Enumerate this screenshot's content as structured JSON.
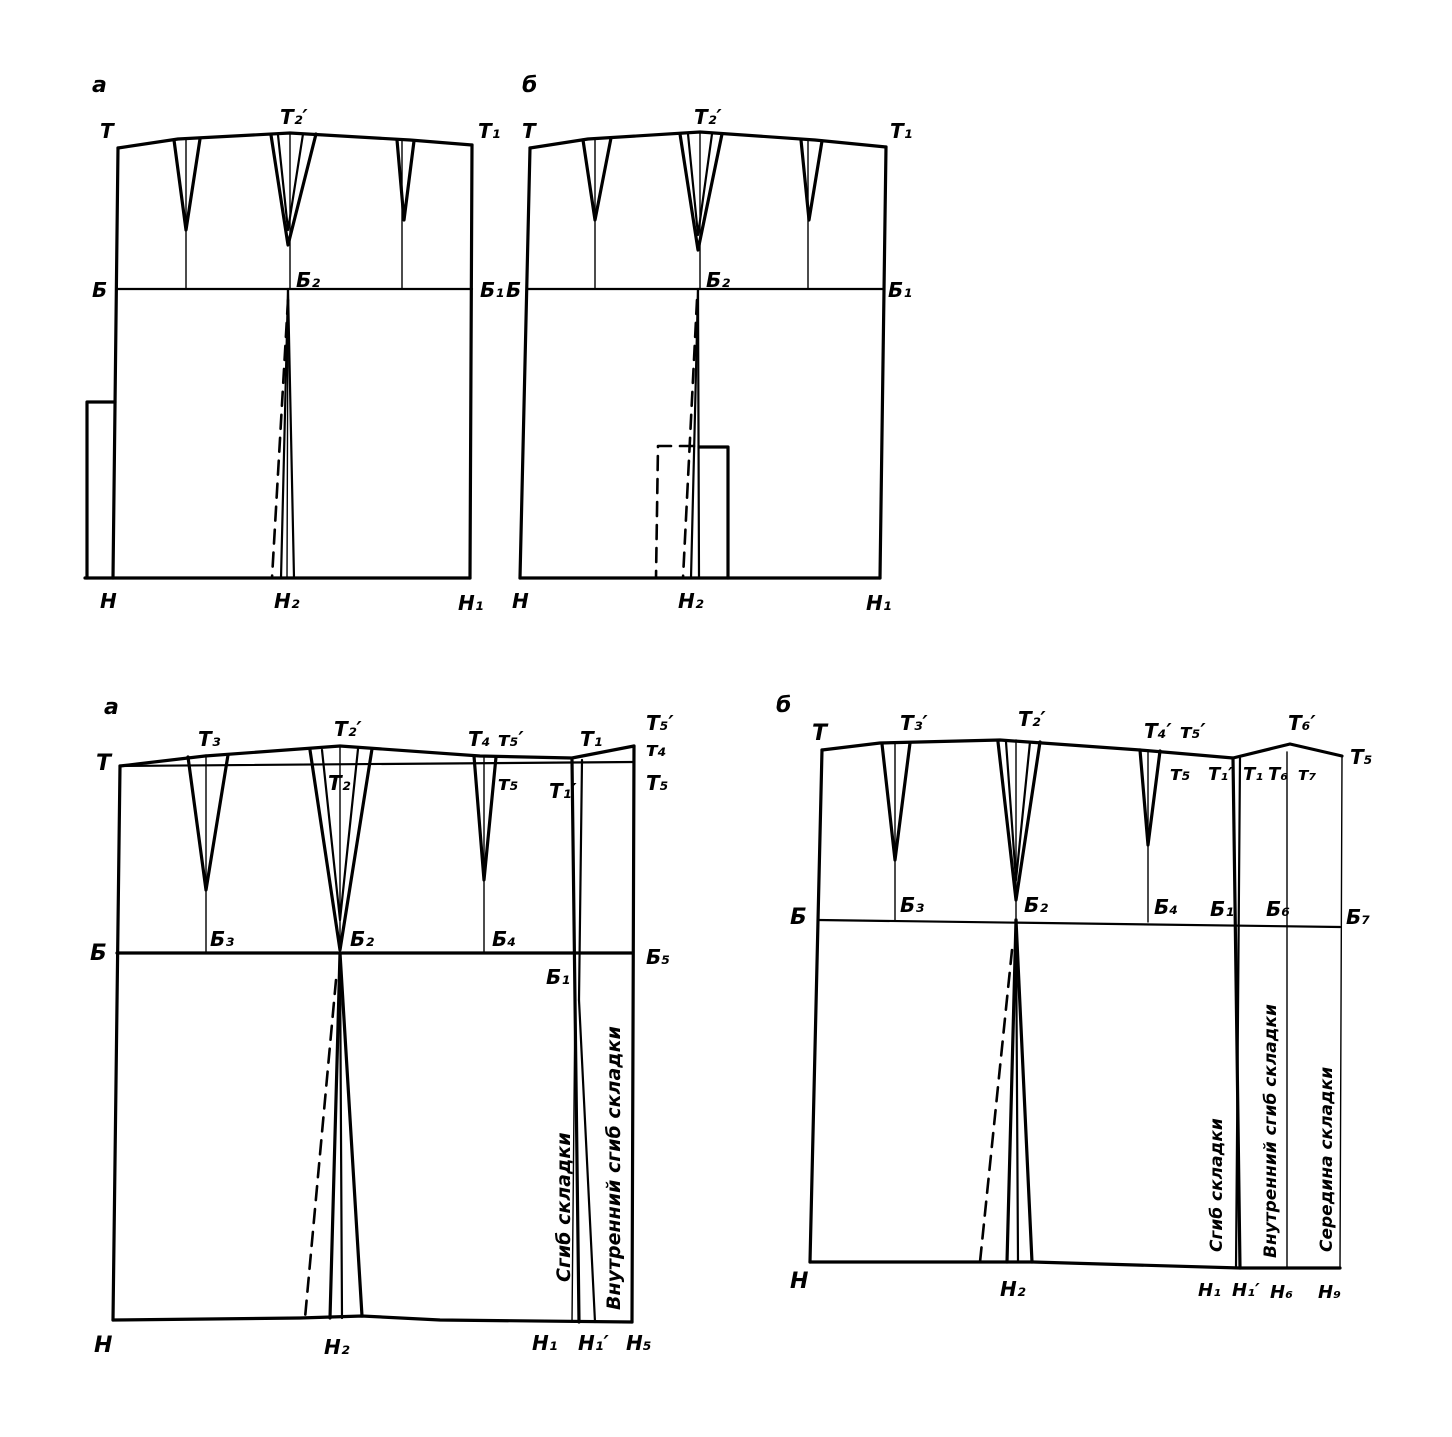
{
  "panels": [
    {
      "letter": "а",
      "labels": {
        "waist_left": "Т",
        "waist_center": "Т₂′",
        "waist_right": "Т₁",
        "hip_left": "Б",
        "hip_center": "Б₂",
        "hip_right": "Б₁",
        "hem_left": "Н",
        "hem_center": "Н₂",
        "hem_right": "Н₁"
      }
    },
    {
      "letter": "б",
      "labels": {
        "waist_left": "Т",
        "waist_center": "Т₂′",
        "waist_right": "Т₁",
        "hip_left": "Б",
        "hip_center": "Б₂",
        "hip_right": "Б₁",
        "hem_left": "Н",
        "hem_center": "Н₂",
        "hem_right": "Н₁"
      }
    },
    {
      "letter": "а",
      "labels": {
        "waist_left": "Т",
        "t3": "Т₃",
        "waist_center": "Т₂′",
        "t2": "Т₂",
        "t4": "Т₄",
        "m5p": "т₅′",
        "t1": "Т₁",
        "t5p": "Т₅′",
        "m4": "т₄",
        "m5": "т₅",
        "t1p": "Т₁′",
        "t5": "Т₅",
        "hip_left": "Б",
        "b3": "Б₃",
        "hip_center": "Б₂",
        "b4": "Б₄",
        "b1": "Б₁",
        "b5": "Б₅",
        "hem_left": "Н",
        "hem_center": "Н₂",
        "h1": "Н₁",
        "h1p": "Н₁′",
        "h5": "Н₅",
        "fold1": "Сгиб складки",
        "fold2": "Внутренний сгиб складки"
      }
    },
    {
      "letter": "б",
      "labels": {
        "waist_left": "Т",
        "t3p": "Т₃′",
        "waist_center": "Т₂′",
        "t4p": "Т₄′",
        "m5p": "т₅′",
        "t6p": "Т₆′",
        "t5": "Т₅",
        "m5": "т₅",
        "t1p": "Т₁′",
        "t1": "Т₁",
        "t6": "Т₆",
        "m7": "т₇",
        "hip_left": "Б",
        "b3": "Б₃",
        "hip_center": "Б₂",
        "b4": "Б₄",
        "b1": "Б₁",
        "b6": "Б₆",
        "b7": "Б₇",
        "hem_left": "Н",
        "hem_center": "Н₂",
        "h1": "Н₁",
        "h1p": "Н₁′",
        "h6": "Н₆",
        "h9": "Н₉",
        "fold1": "Сгиб складки",
        "fold2": "Внутренний сгиб складки",
        "fold3": "Середина складки"
      }
    }
  ]
}
